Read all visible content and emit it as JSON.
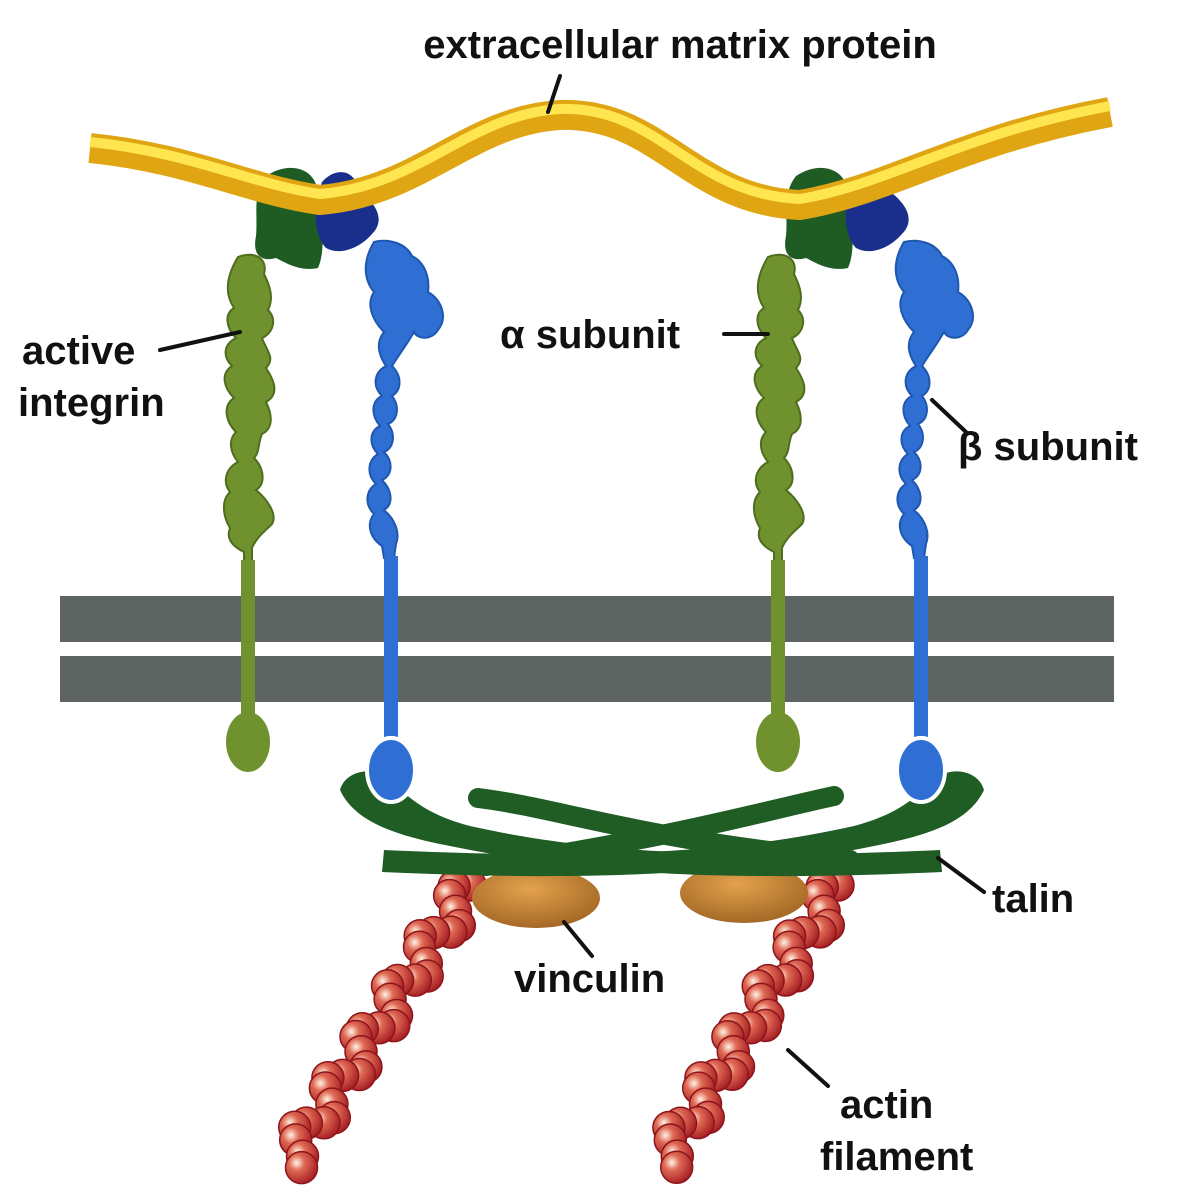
{
  "labels": {
    "ecm": "extracellular matrix protein",
    "active_line1": "active",
    "active_line2": "integrin",
    "alpha": "α subunit",
    "beta": "β subunit",
    "talin": "talin",
    "vinculin": "vinculin",
    "actin_line1": "actin",
    "actin_line2": "filament"
  },
  "colors": {
    "ecm": "#f3c61a",
    "ecm_highlight": "#ffe650",
    "alpha_head": "#1f5c23",
    "alpha_body": "#6f922f",
    "beta_head": "#1a2f8c",
    "beta_body": "#2f6ed2",
    "membrane": "#5d6461",
    "talin": "#1f5d25",
    "vinculin": "#b7782a",
    "actin": "#c1272d",
    "text": "#111111"
  }
}
